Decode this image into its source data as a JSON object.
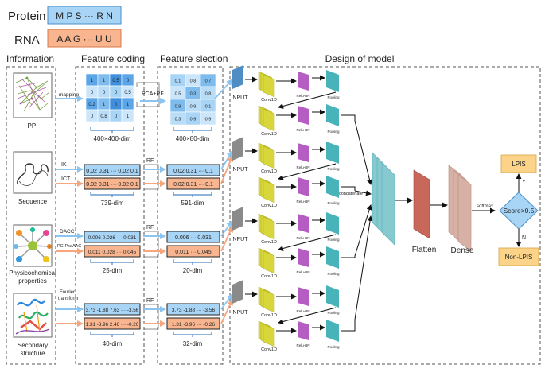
{
  "legend": {
    "protein_label": "Protein",
    "protein_seq": "M P S ··· R N",
    "rna_label": "RNA",
    "rna_seq": "A A G ··· U U"
  },
  "headers": {
    "information": "Information",
    "feature_coding": "Feature coding",
    "feature_selection": "Feature slection",
    "design": "Design of model"
  },
  "rows": {
    "ppi": {
      "label": "PPI",
      "method": "mapping",
      "matrix_cells": [
        "1",
        "1",
        "0.5",
        "0",
        "0",
        "0",
        "0",
        "0.5",
        "0.2",
        "1",
        "0",
        "1",
        "0",
        "0.8",
        "0",
        "1"
      ],
      "dim": "400×400-dim",
      "selector": "PCA+RF",
      "sel_cells": [
        "0.1",
        "0.8",
        "0.7",
        "0.5",
        "0.3",
        "0.8",
        "0.9",
        "0.9",
        "0.1",
        "0.3",
        "0.9",
        "0.9"
      ],
      "sel_dim": "400×80-dim"
    },
    "seq": {
      "label": "Sequence",
      "method_top": "IK",
      "method_bottom": "ICT",
      "vec_top": "0.02 0.31 ··· 0.02 0.1",
      "vec_bottom": "0.02 0.31 ··· 0.02 0.1",
      "dim": "739-dim",
      "selector": "RF",
      "sel_top": "0.02 0.31 ··· 0.1",
      "sel_bottom": "0.02 0.31 ··· 0.1",
      "sel_dim": "591-dim"
    },
    "phys": {
      "label_line1": "Physicochemical",
      "label_line2": "properties",
      "method_top": "DACC",
      "method_bottom": "PC-PseAAC",
      "vec_top": "0.006 0.026 ··· 0.031",
      "vec_bottom": "0.011 0.028 ··· 0.045",
      "dim": "25-dim",
      "selector": "RF",
      "sel_top": "0.006 ··· 0.031",
      "sel_bottom": "0.011 ··· 0.045",
      "sel_dim": "20-dim"
    },
    "sec": {
      "label_line1": "Secondary",
      "label_line2": "structure",
      "method_line1": "Fourier",
      "method_line2": "transform",
      "vec_top": "3.73 -1.88 7.63 ··· -3.56",
      "vec_bottom": "1.31 -3.96 2.46 ··· -0.26",
      "dim": "40-dim",
      "selector": "RF",
      "sel_top": "3.73 -1.88 ··· -3.56",
      "sel_bottom": "1.31 -3.96 ··· -0.26",
      "sel_dim": "32-dim"
    }
  },
  "model": {
    "input": "INPUT",
    "conv": "Conv1D",
    "relu": "Relu-BN",
    "pooling": "Pooling",
    "concatenate": "concatenate",
    "flatten": "Flatten",
    "dense": "Dense",
    "softmax": "softmax",
    "decision": "Score>0.5",
    "yes": "Y",
    "no": "N",
    "positive": "LPIS",
    "negative": "Non-LPIS"
  },
  "colors": {
    "protein_fill": "#a8d4f5",
    "rna_fill": "#f8b58f",
    "input_blue": "#4f8ec4",
    "input_gray": "#8a8a8a",
    "conv": "#d7d63a",
    "relu": "#b65dc3",
    "pool": "#48b3b9",
    "flatten": "#c8685a",
    "dense": "#d8b1a6",
    "concat": "#86c9cf",
    "result": "#fbd48a",
    "arrow_blue": "#8ac4ef",
    "arrow_orange": "#f6a57c"
  }
}
